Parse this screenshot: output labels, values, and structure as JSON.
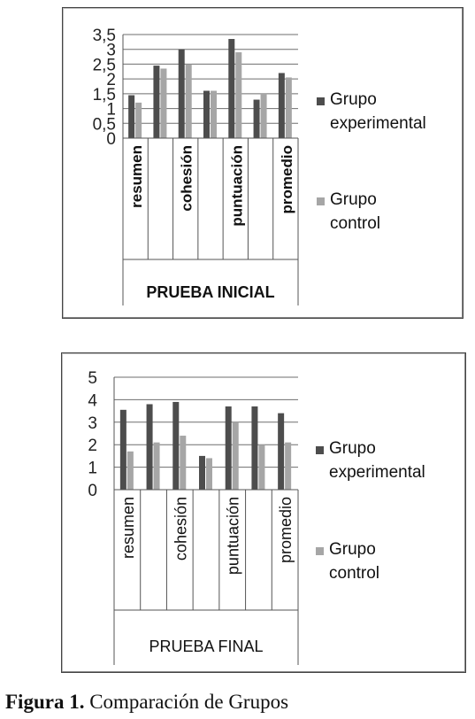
{
  "chart_data": [
    {
      "type": "bar",
      "title": "",
      "xlabel": "PRUEBA INICIAL",
      "ylabel": "",
      "categories": [
        "resumen",
        "cohesión",
        "puntuación",
        "promedio"
      ],
      "x": [
        "resumen",
        "",
        "cohesión",
        "",
        "puntuación",
        "",
        "promedio"
      ],
      "series": [
        {
          "name": "Grupo experimental",
          "values": [
            1.45,
            2.45,
            3.0,
            1.6,
            3.35,
            1.3,
            2.2
          ],
          "color": "#4d4d4d"
        },
        {
          "name": "Grupo control",
          "values": [
            1.2,
            2.35,
            2.5,
            1.6,
            2.9,
            1.5,
            2.05
          ],
          "color": "#a6a6a6"
        }
      ],
      "ylim": [
        0,
        3.5
      ],
      "yticks": [
        "0",
        "0,5",
        "1",
        "1,5",
        "2",
        "2,5",
        "3",
        "3,5"
      ],
      "grid": true,
      "legend": "right"
    },
    {
      "type": "bar",
      "title": "",
      "xlabel": "PRUEBA FINAL",
      "ylabel": "",
      "categories": [
        "resumen",
        "cohesión",
        "puntuación",
        "promedio"
      ],
      "x": [
        "resumen",
        "",
        "cohesión",
        "",
        "puntuación",
        "",
        "promedio"
      ],
      "series": [
        {
          "name": "Grupo experimental",
          "values": [
            3.55,
            3.8,
            3.9,
            1.5,
            3.7,
            3.7,
            3.4
          ],
          "color": "#4d4d4d"
        },
        {
          "name": "Grupo control",
          "values": [
            1.7,
            2.1,
            2.4,
            1.4,
            3.0,
            2.0,
            2.1
          ],
          "color": "#a6a6a6"
        }
      ],
      "ylim": [
        0,
        5
      ],
      "yticks": [
        "0",
        "1",
        "2",
        "3",
        "4",
        "5"
      ],
      "grid": true,
      "legend": "right"
    }
  ],
  "caption": {
    "label": "Figura 1.",
    "text": "Comparación de Grupos"
  }
}
